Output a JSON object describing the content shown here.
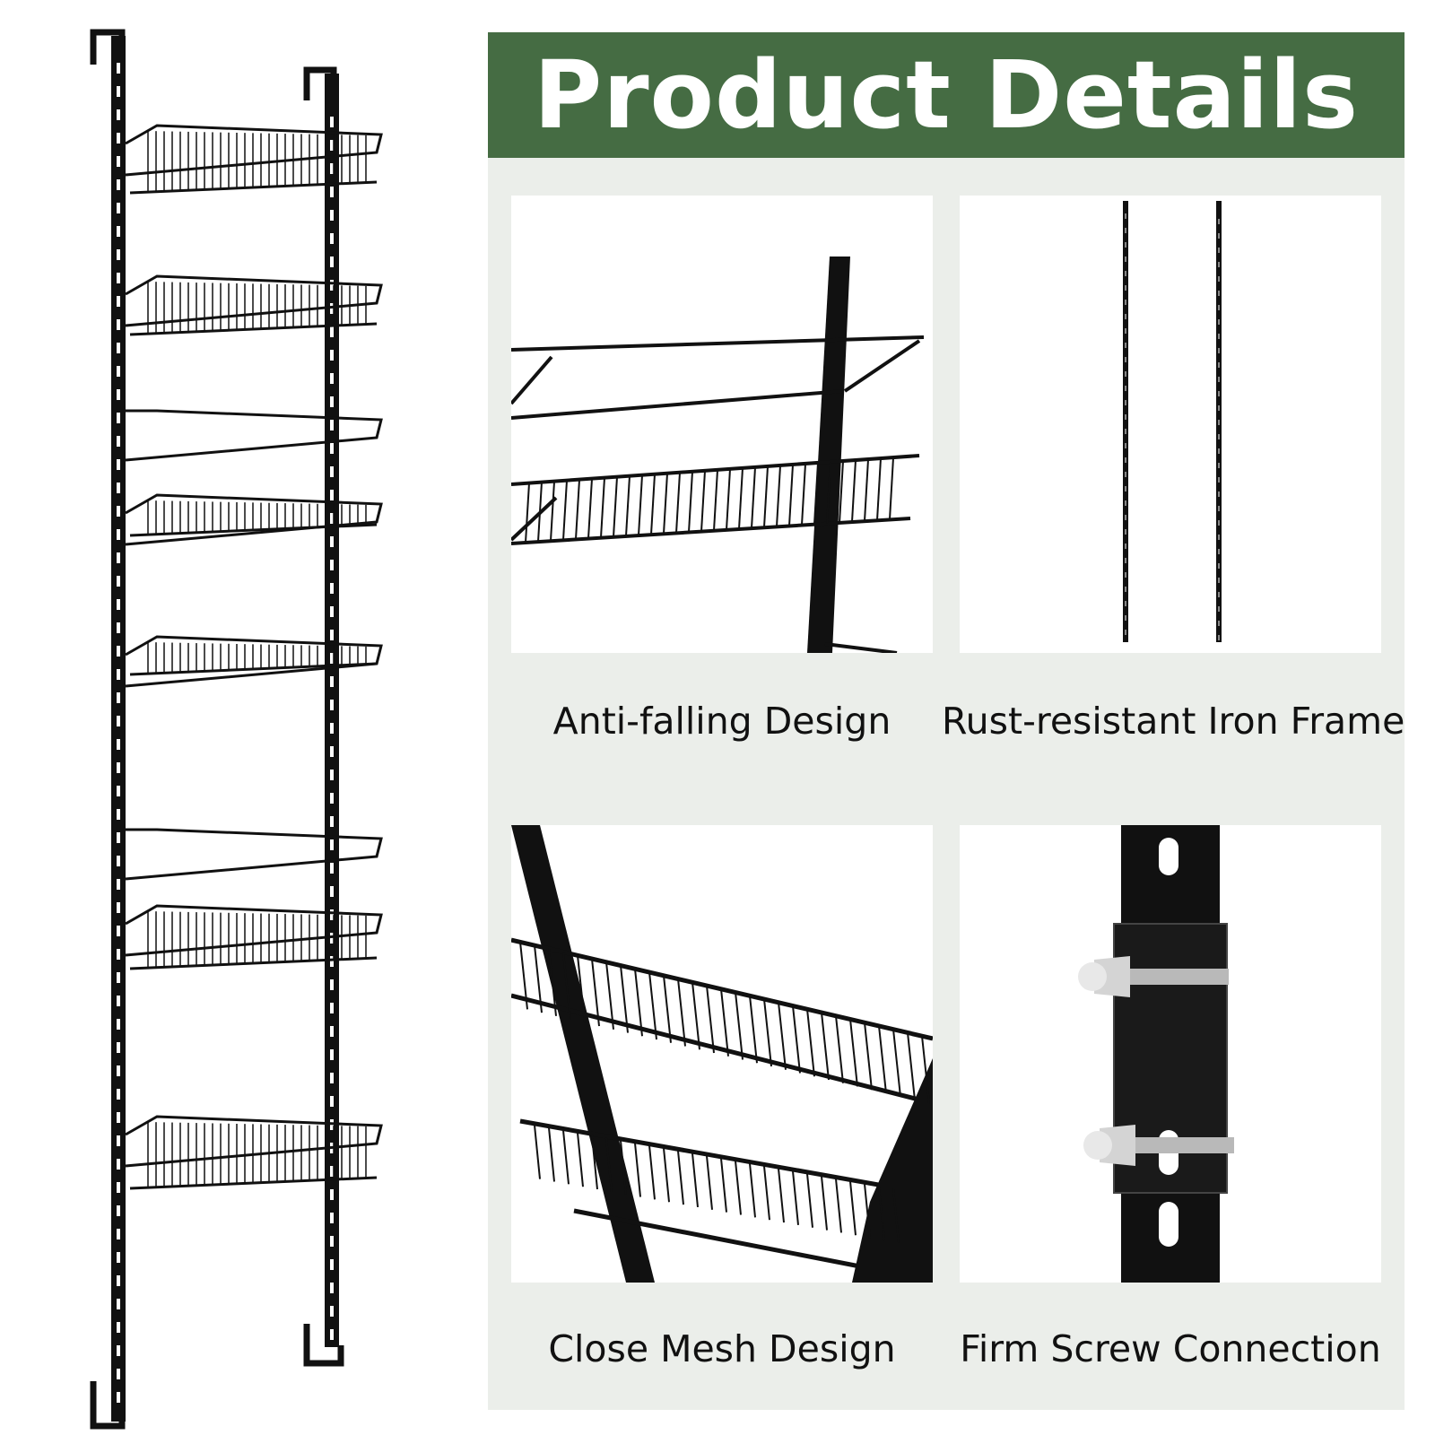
{
  "banner": {
    "title": "Product Details"
  },
  "features": [
    {
      "caption": "Anti-falling Design"
    },
    {
      "caption": "Rust-resistant Iron Frame"
    },
    {
      "caption": "Close Mesh Design"
    },
    {
      "caption": "Firm Screw Connection"
    }
  ],
  "colors": {
    "banner": "#456c43",
    "panel": "#ebeeea",
    "metal": "#111111"
  }
}
